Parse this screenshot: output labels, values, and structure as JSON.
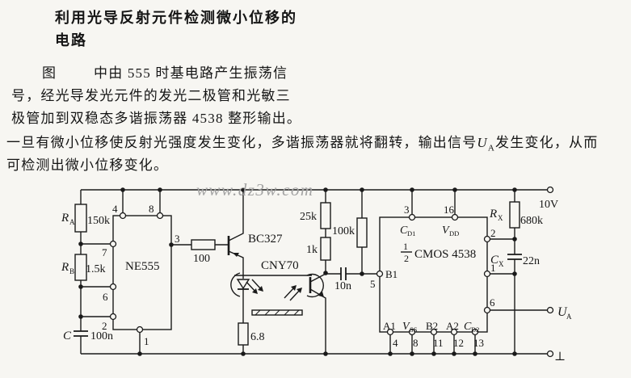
{
  "article": {
    "title_line1": "利用光导反射元件检测微小位移的",
    "title_line2": "电路",
    "p1_lead": "图",
    "p1_line1": "中由 555 时基电路产生振荡信",
    "p1_line2": "号，经光导发光元件的发光二极管和光敏三",
    "p1_line3": "极管加到双稳态多谐振荡器 4538 整形输出。",
    "p2_line1_pre": "一旦有微小位移使反射光强度发生变化，多谐振荡器就将翻转，输出信号",
    "p2_u": "U",
    "p2_u_sub": "A",
    "p2_line1_post": "发生变化，从而",
    "p2_line2": "可检测出微小位移变化。"
  },
  "circuit": {
    "watermark": "www.dz3w.com",
    "supply": "10V",
    "ground": "⊥",
    "out_u": "U",
    "out_sub": "A",
    "ra": {
      "sym": "R",
      "sub": "A",
      "val": "150k"
    },
    "rb": {
      "sym": "R",
      "sub": "B",
      "val": "1.5k"
    },
    "c1": {
      "sym": "C",
      "val": "100n"
    },
    "ne555": {
      "name": "NE555",
      "p4": "4",
      "p8": "8",
      "p7": "7",
      "p6": "6",
      "p2": "2",
      "p3": "3",
      "p1": "1"
    },
    "r_base": "100",
    "q1": "BC327",
    "opto": "CNY70",
    "r_led": "6.8",
    "r25k": "25k",
    "r1k": "1k",
    "r100k": "100k",
    "c10n": "10n",
    "ic4538": {
      "half_top": "1",
      "half_bot": "2",
      "name": "CMOS 4538",
      "p3": "3",
      "cd1_sym": "C",
      "cd1_sub": "D1",
      "p16": "16",
      "vdd_sym": "V",
      "vdd_sub": "DD",
      "p2": "2",
      "p1": "1",
      "p6": "6",
      "b1": "B1",
      "p5": "5",
      "a1": "A1",
      "vss_sym": "V",
      "vss_sub": "SS",
      "b2": "B2",
      "a2": "A2",
      "cd2_sym": "C",
      "cd2_sub": "D2",
      "p4": "4",
      "p8": "8",
      "p11": "11",
      "p12": "12",
      "p13": "13"
    },
    "rx": {
      "sym": "R",
      "sub": "X",
      "val": "680k"
    },
    "cx": {
      "sym": "C",
      "sub": "X",
      "val": "22n"
    }
  }
}
